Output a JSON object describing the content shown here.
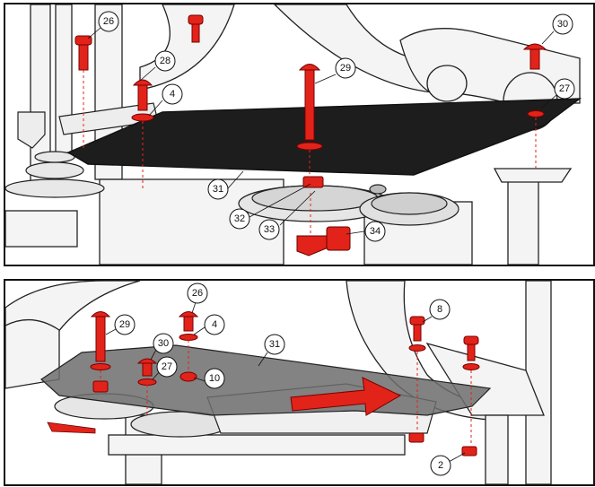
{
  "colors": {
    "fastener_red": "#e2231a",
    "plate_black": "#1d1d1d",
    "frame_grey": "#f2f2f2",
    "outline": "#222222",
    "leader_red": "#e2231a"
  },
  "top_panel": {
    "callouts": [
      "26",
      "28",
      "4",
      "29",
      "30",
      "27",
      "31",
      "32",
      "33",
      "34"
    ]
  },
  "bottom_panel": {
    "callouts": [
      "26",
      "4",
      "8",
      "29",
      "30",
      "27",
      "31",
      "10",
      "2"
    ],
    "arrow_icon": "direction-arrow-icon"
  }
}
